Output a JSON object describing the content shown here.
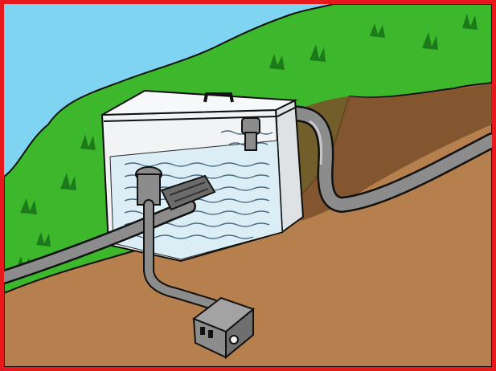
{
  "scene": {
    "subject": "illustration",
    "elements": [
      "sky",
      "grass-hillside",
      "soil-ground",
      "storage-tank",
      "tank-lid",
      "lid-handle",
      "water-inside-tank",
      "inlet-pipe",
      "outlet-pipe",
      "pump-unit",
      "power-cable",
      "control-box"
    ]
  },
  "colors": {
    "frame_border": "#e8191c",
    "sky": "#7fd4f2",
    "grass": "#3db72c",
    "grass_dark": "#1d7a1a",
    "soil": "#b67f4e",
    "soil_dark": "#7a4f2a",
    "pipe": "#8c8c8c",
    "tank": "#f1f3f4",
    "water": "#d9eef7",
    "outline": "#111111"
  }
}
